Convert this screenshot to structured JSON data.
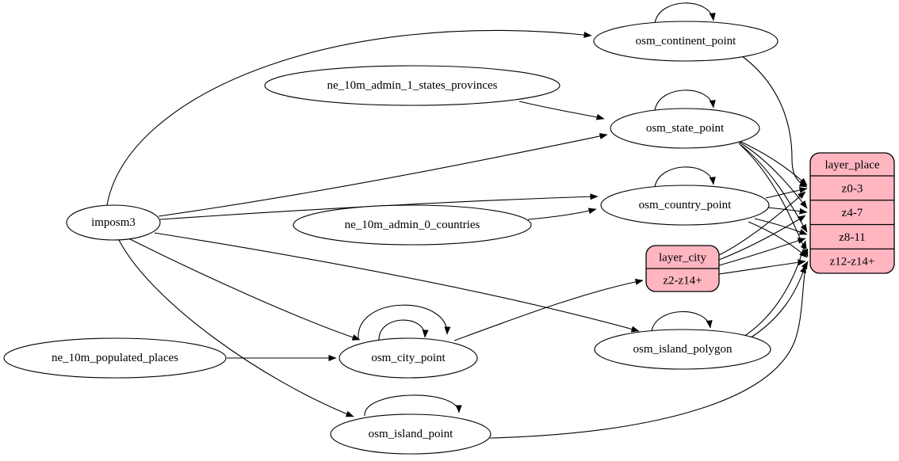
{
  "diagram": {
    "kind": "etl-graph",
    "colors": {
      "node_fill": "#ffffff",
      "record_fill": "#ffb6c1",
      "stroke": "#000000",
      "edge": "#000000"
    },
    "nodes": [
      {
        "id": "imposm3",
        "label": "imposm3"
      },
      {
        "id": "ne_10m_admin_1_states_provinces",
        "label": "ne_10m_admin_1_states_provinces"
      },
      {
        "id": "ne_10m_admin_0_countries",
        "label": "ne_10m_admin_0_countries"
      },
      {
        "id": "ne_10m_populated_places",
        "label": "ne_10m_populated_places"
      },
      {
        "id": "osm_continent_point",
        "label": "osm_continent_point"
      },
      {
        "id": "osm_state_point",
        "label": "osm_state_point"
      },
      {
        "id": "osm_country_point",
        "label": "osm_country_point"
      },
      {
        "id": "osm_city_point",
        "label": "osm_city_point"
      },
      {
        "id": "osm_island_polygon",
        "label": "osm_island_polygon"
      },
      {
        "id": "osm_island_point",
        "label": "osm_island_point"
      }
    ],
    "records": [
      {
        "id": "layer_city",
        "header": "layer_city",
        "rows": [
          "z2-z14+"
        ]
      },
      {
        "id": "layer_place",
        "header": "layer_place",
        "rows": [
          "z0-3",
          "z4-7",
          "z8-11",
          "z12-z14+"
        ]
      }
    ],
    "edges": [
      {
        "from": "imposm3",
        "to": "osm_continent_point"
      },
      {
        "from": "imposm3",
        "to": "osm_state_point"
      },
      {
        "from": "imposm3",
        "to": "osm_country_point"
      },
      {
        "from": "imposm3",
        "to": "osm_city_point"
      },
      {
        "from": "imposm3",
        "to": "osm_island_polygon"
      },
      {
        "from": "imposm3",
        "to": "osm_island_point"
      },
      {
        "from": "ne_10m_admin_1_states_provinces",
        "to": "osm_state_point"
      },
      {
        "from": "ne_10m_admin_0_countries",
        "to": "osm_country_point"
      },
      {
        "from": "ne_10m_populated_places",
        "to": "osm_city_point"
      },
      {
        "from": "osm_continent_point",
        "to": "osm_continent_point"
      },
      {
        "from": "osm_state_point",
        "to": "osm_state_point"
      },
      {
        "from": "osm_country_point",
        "to": "osm_country_point"
      },
      {
        "from": "osm_city_point",
        "to": "osm_city_point"
      },
      {
        "from": "osm_city_point",
        "to": "osm_city_point"
      },
      {
        "from": "osm_island_polygon",
        "to": "osm_island_polygon"
      },
      {
        "from": "osm_island_point",
        "to": "osm_island_point"
      },
      {
        "from": "osm_city_point",
        "to": "layer_city.z2-z14+"
      },
      {
        "from": "osm_continent_point",
        "to": "layer_place.z0-3"
      },
      {
        "from": "osm_state_point",
        "to": "layer_place.z0-3"
      },
      {
        "from": "osm_state_point",
        "to": "layer_place.z4-7"
      },
      {
        "from": "osm_state_point",
        "to": "layer_place.z8-11"
      },
      {
        "from": "osm_state_point",
        "to": "layer_place.z12-z14+"
      },
      {
        "from": "osm_country_point",
        "to": "layer_place.z0-3"
      },
      {
        "from": "osm_country_point",
        "to": "layer_place.z4-7"
      },
      {
        "from": "osm_country_point",
        "to": "layer_place.z8-11"
      },
      {
        "from": "osm_country_point",
        "to": "layer_place.z12-z14+"
      },
      {
        "from": "layer_city.z2-z14+",
        "to": "layer_place.z0-3"
      },
      {
        "from": "layer_city.z2-z14+",
        "to": "layer_place.z4-7"
      },
      {
        "from": "layer_city.z2-z14+",
        "to": "layer_place.z8-11"
      },
      {
        "from": "layer_city.z2-z14+",
        "to": "layer_place.z12-z14+"
      },
      {
        "from": "osm_island_polygon",
        "to": "layer_place.z8-11"
      },
      {
        "from": "osm_island_polygon",
        "to": "layer_place.z12-z14+"
      },
      {
        "from": "osm_island_point",
        "to": "layer_place.z12-z14+"
      }
    ]
  }
}
